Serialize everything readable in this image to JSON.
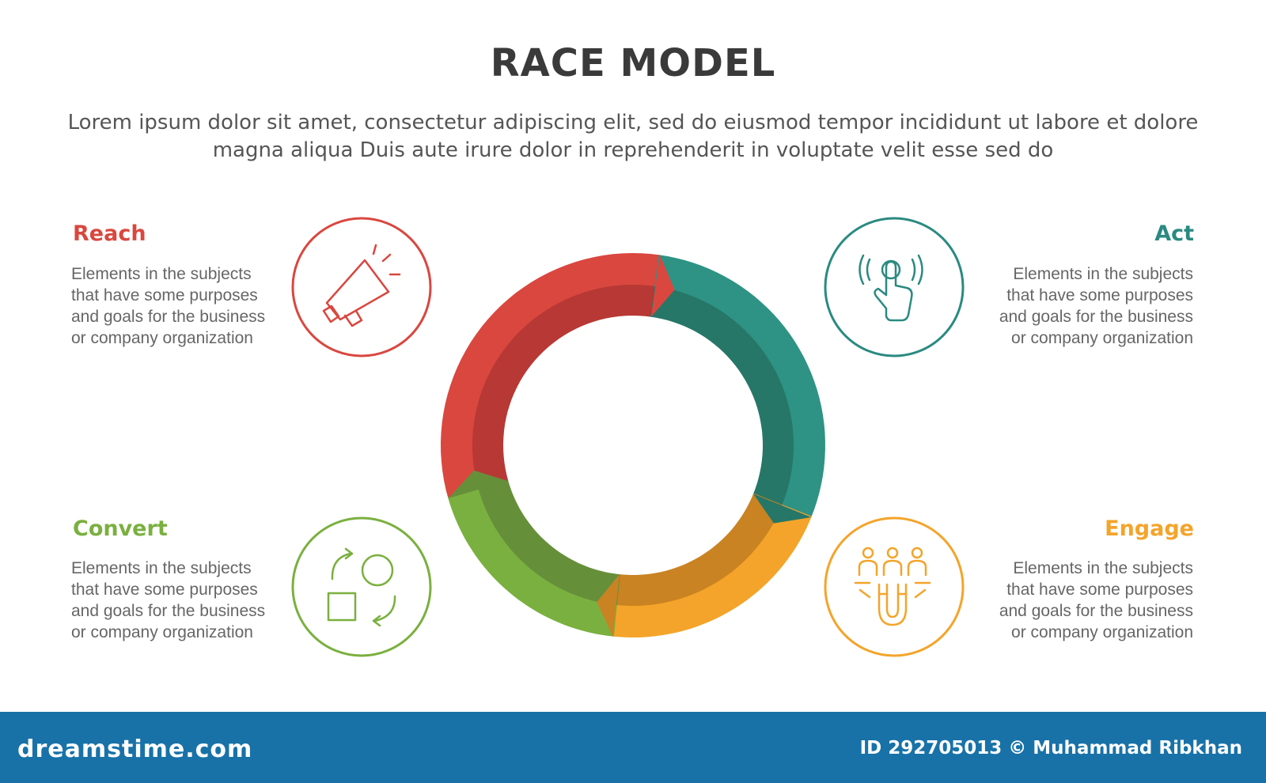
{
  "title": "RACE MODEL",
  "subtitle": "Lorem ipsum dolor sit amet, consectetur adipiscing elit, sed do eiusmod tempor incididunt ut labore et dolore magna aliqua Duis aute irure dolor in reprehenderit in voluptate velit esse sed do",
  "items": [
    {
      "key": "reach",
      "title": "Reach",
      "desc": "Elements in the subjects\nthat have some purposes\nand goals for the  business\nor company organization",
      "color": "#d9473f",
      "icon": "megaphone-icon"
    },
    {
      "key": "act",
      "title": "Act",
      "desc": "Elements in the subjects\nthat have some purposes\nand goals for the  business\nor company organization",
      "color": "#2a8a80",
      "icon": "tap-hand-icon"
    },
    {
      "key": "convert",
      "title": "Convert",
      "desc": "Elements in the subjects\nthat have some purposes\nand goals for the  business\nor company organization",
      "color": "#7ab03f",
      "icon": "shapes-cycle-icon"
    },
    {
      "key": "engage",
      "title": "Engage",
      "desc": "Elements in the subjects\nthat have some purposes\nand goals for the  business\nor company organization",
      "color": "#f4a42a",
      "icon": "magnet-people-icon"
    }
  ],
  "ring_colors": {
    "red": "#d9473f",
    "red_dark": "#b73834",
    "teal": "#2e9384",
    "teal_dark": "#267768",
    "orange": "#f4a42a",
    "orange_dark": "#c98322",
    "green": "#7ab03f",
    "green_dark": "#668f3a"
  },
  "footer": {
    "logo": "dreamstime.com",
    "credit": "ID 292705013 © Muhammad Ribkhan"
  }
}
